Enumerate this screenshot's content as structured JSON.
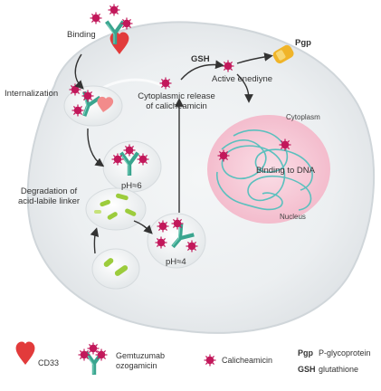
{
  "labels": {
    "binding": "Binding",
    "internalization": "Internalization",
    "degradation_line1": "Degradation of",
    "degradation_line2": "acid-labile linker",
    "ph6": "pH≈6",
    "ph4": "pH≈4",
    "cyto_release_line1": "Cytoplasmic release",
    "cyto_release_line2": "of calicheamicin",
    "gsh": "GSH",
    "active_enediyne": "Active enediyne",
    "pgp": "Pgp",
    "cytoplasm": "Cytoplasm",
    "binding_dna": "Binding to DNA",
    "nucleus": "Nucleus"
  },
  "legend": {
    "cd33": "CD33",
    "gemtuzumab_line1": "Gemtuzumab",
    "gemtuzumab_line2": "ozogamicin",
    "calicheamicin": "Calicheamicin",
    "pgp_abbr": "Pgp",
    "pgp_full": "P-glycoprotein",
    "gsh_abbr": "GSH",
    "gsh_full": "glutathione"
  },
  "colors": {
    "antibody": "#3aa58f",
    "calicheamicin": "#c2185b",
    "cd33": "#e23b3b",
    "nucleus": "#f6c6d3",
    "dna": "#5bc0be",
    "linker": "#9ccc3c",
    "pgp": "#f0b429",
    "arrow": "#333333"
  },
  "icons": [
    "cd33-icon",
    "antibody-icon",
    "calicheamicin-icon",
    "pgp-icon",
    "dna-icon"
  ]
}
